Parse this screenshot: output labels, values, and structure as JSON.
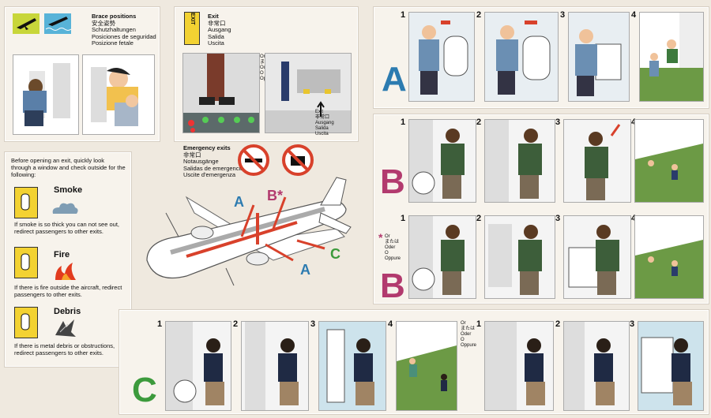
{
  "brace": {
    "lines": [
      "Brace positions",
      "安全姿勢",
      "Schutzhaltungen",
      "Posiciones de seguridad",
      "Posizione fetale"
    ]
  },
  "exit_panel": {
    "sign": "EXIT",
    "lines": [
      "Exit",
      "非常口",
      "Ausgang",
      "Salida",
      "Uscita"
    ],
    "label_lines": [
      "Exit",
      "非常口",
      "Ausgang",
      "Salida",
      "Uscita"
    ],
    "or_lines": [
      "Or",
      "または",
      "Oder",
      "O",
      "Oppure"
    ]
  },
  "emergency": {
    "lines": [
      "Emergency exits",
      "非常口",
      "Notausgänge",
      "Salidas de emergencia",
      "Uscite d'emergenza"
    ]
  },
  "plane_labels": {
    "a1": "A",
    "b": "B*",
    "a2": "A",
    "c": "C"
  },
  "check": {
    "intro": "Before opening an exit, quickly look through a window and check outside for the following:",
    "smoke": "Smoke",
    "smoke_text": "If smoke is so thick you can not see out, redirect passengers to other exits.",
    "fire": "Fire",
    "fire_text": "If there is fire outside the aircraft, redirect passengers to other exits.",
    "debris": "Debris",
    "debris_text": "If there is metal debris or obstructions, redirect passengers to other exits."
  },
  "sections": {
    "A": {
      "letter": "A",
      "steps": [
        "1",
        "2",
        "3",
        "4"
      ]
    },
    "B1": {
      "letter": "B",
      "steps": [
        "1",
        "2",
        "3",
        "4"
      ]
    },
    "B2": {
      "letter": "B",
      "steps": [
        "1",
        "2",
        "3",
        "4"
      ],
      "star": "*",
      "or_lines": [
        "Or",
        "または",
        "Oder",
        "O",
        "Oppure"
      ]
    },
    "C": {
      "letter": "C",
      "steps": [
        "1",
        "2",
        "3",
        "4"
      ],
      "steps2": [
        "1",
        "2",
        "3"
      ],
      "or_lines": [
        "Or",
        "または",
        "Oder",
        "O",
        "Oppure"
      ]
    }
  },
  "colors": {
    "A": "#2c7bb0",
    "B": "#b23a6e",
    "C": "#3c9a3c",
    "arrow": "#d8412b"
  }
}
